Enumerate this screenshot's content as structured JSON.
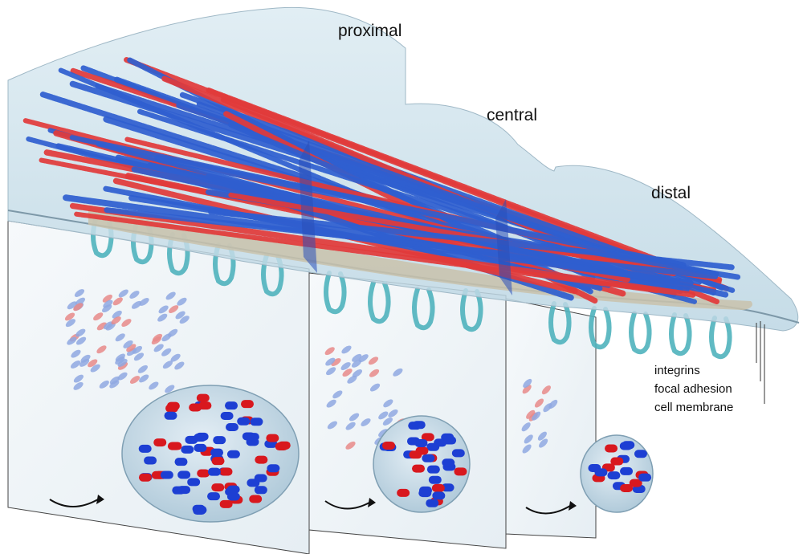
{
  "regions": [
    {
      "id": "proximal",
      "label": "proximal"
    },
    {
      "id": "central",
      "label": "central"
    },
    {
      "id": "distal",
      "label": "distal"
    }
  ],
  "legend": [
    {
      "id": "integrins",
      "label": "integrins"
    },
    {
      "id": "focal-adhesion",
      "label": "focal adhesion"
    },
    {
      "id": "cell-membrane",
      "label": "cell membrane"
    }
  ],
  "colors": {
    "actin_red": "#e23a3a",
    "actin_blue": "#2f5fd0",
    "integrin": "#4fb2bd",
    "membrane": "#cfe3ec",
    "focal_adhesion": "#c9c2ab",
    "cross_section": "#f3f7fa"
  },
  "icons": [
    "rotation-arrow-icon"
  ]
}
